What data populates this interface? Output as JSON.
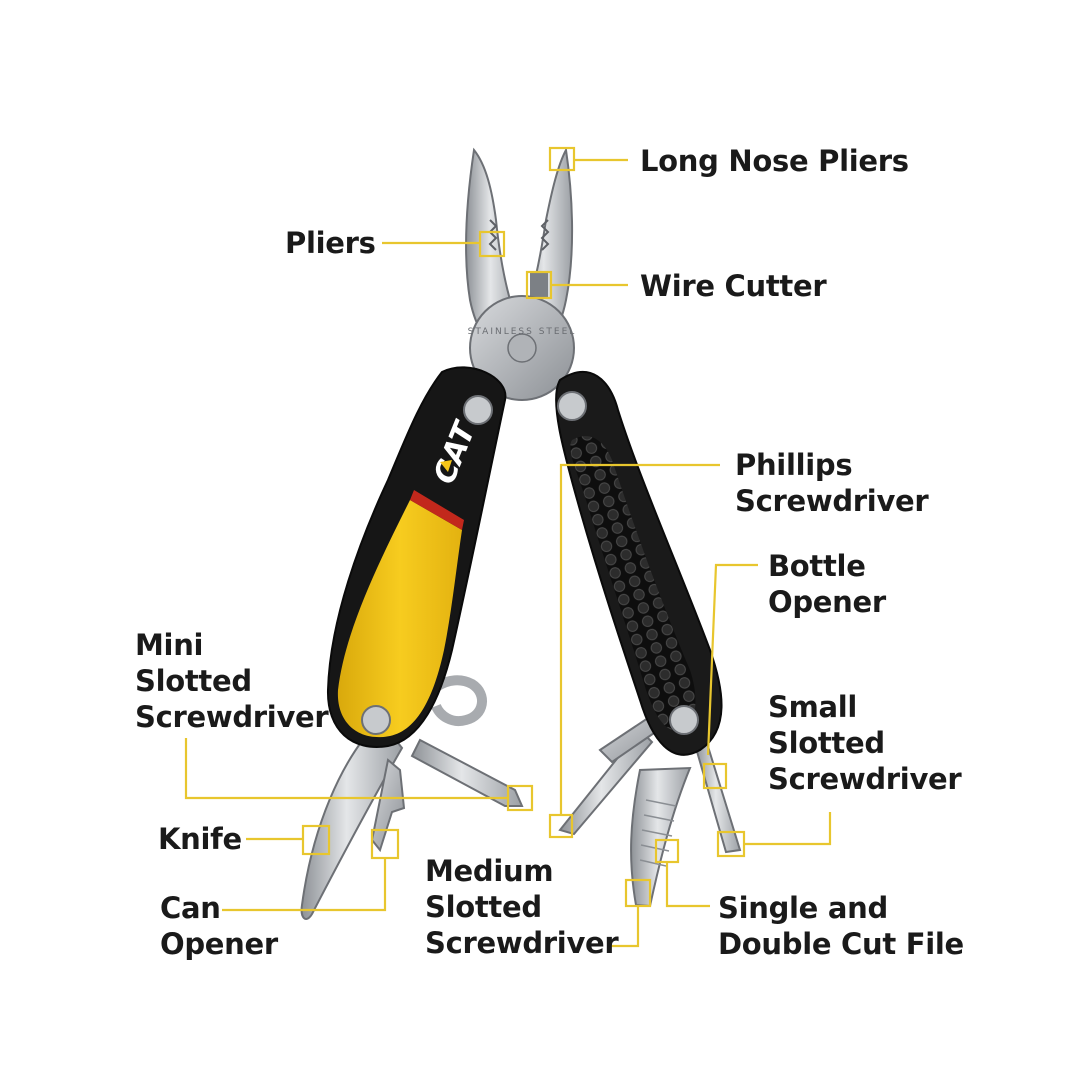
{
  "brand": {
    "logo_text": "CAT",
    "blade_stamp": "STAINLESS STEEL"
  },
  "colors": {
    "background": "#ffffff",
    "callout": "#e8c62e",
    "handle_yellow": "#f5c518",
    "handle_black": "#161616",
    "steel": "#c9ccd0",
    "label_text": "#1a1a1a"
  },
  "labels": {
    "long_nose_pliers": [
      "Long Nose Pliers"
    ],
    "pliers": [
      "Pliers"
    ],
    "wire_cutter": [
      "Wire Cutter"
    ],
    "phillips_screwdriver": [
      "Phillips",
      "Screwdriver"
    ],
    "bottle_opener": [
      "Bottle",
      "Opener"
    ],
    "mini_slotted_screwdriver": [
      "Mini",
      "Slotted",
      "Screwdriver"
    ],
    "small_slotted_screwdriver": [
      "Small",
      "Slotted",
      "Screwdriver"
    ],
    "knife": [
      "Knife"
    ],
    "can_opener": [
      "Can",
      "Opener"
    ],
    "medium_slotted_screwdriver": [
      "Medium",
      "Slotted",
      "Screwdriver"
    ],
    "single_double_cut_file": [
      "Single and",
      "Double Cut File"
    ]
  }
}
